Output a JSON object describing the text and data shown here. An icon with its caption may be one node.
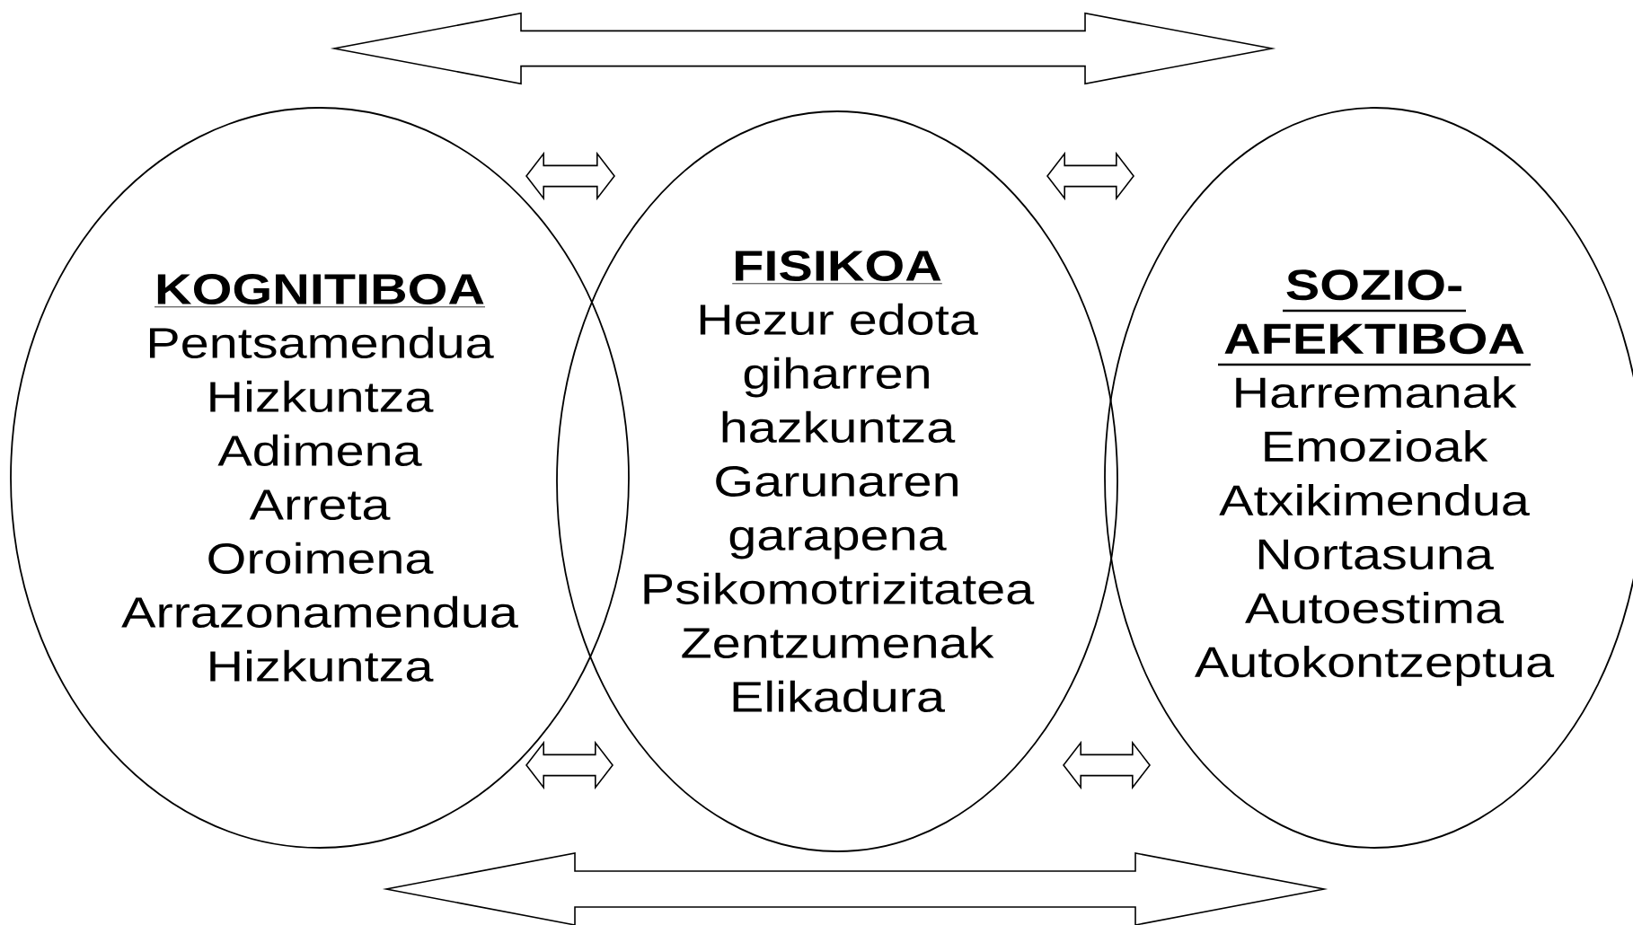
{
  "diagram": {
    "nodes": [
      {
        "text": [
          "KOGNITIBOA",
          "Pentsamendua",
          "Hizkuntza",
          "Adimena",
          "Arreta",
          "Oroimena",
          "Arrazonamendua",
          "Hizkuntza"
        ]
      },
      {
        "text": [
          "FISIKOA",
          "Hezur edota giharren hazkuntza",
          "Garunaren garapena",
          "Psikomotrizitatea",
          "Zentzumenak",
          "Elikadura"
        ]
      },
      {
        "text": [
          "SOZIO-AFEKTIBOA",
          "Harremanak",
          "Emozioak",
          "Atxikimendua",
          "Nortasuna",
          "Autoestima",
          "Autokontzeptua"
        ]
      }
    ],
    "edges": [
      {
        "from": 0,
        "to": 2,
        "arrow": "both"
      },
      {
        "from": 0,
        "to": 1,
        "arrow": "both"
      },
      {
        "from": 1,
        "to": 2,
        "arrow": "both"
      },
      {
        "from": 0,
        "to": 1,
        "arrow": "both"
      },
      {
        "from": 1,
        "to": 2,
        "arrow": "both"
      },
      {
        "from": 0,
        "to": 2,
        "arrow": "both"
      }
    ]
  }
}
